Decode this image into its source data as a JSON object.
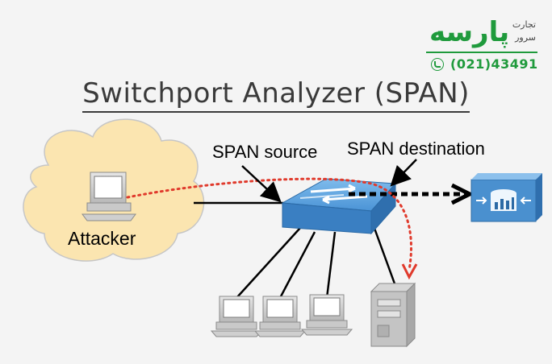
{
  "title": "Switchport Analyzer (SPAN)",
  "labels": {
    "span_source": "SPAN source",
    "span_destination": "SPAN destination",
    "attacker": "Attacker"
  },
  "brand": {
    "name": "پارسه",
    "tagline_line1": "تجارت",
    "tagline_line2": "سرور",
    "phone": "(021)43491"
  },
  "colors": {
    "cloud": "#fbe5b0",
    "switch": "#3f8bd0",
    "capture_path": "#e03a2c",
    "mirror_link": "#000000",
    "brand": "#1f9a3c"
  },
  "icons": {
    "switch": "switch-icon",
    "analyzer": "analyzer-icon",
    "attacker_pc": "desktop-computer-icon",
    "server": "server-icon",
    "phone": "phone-icon"
  }
}
